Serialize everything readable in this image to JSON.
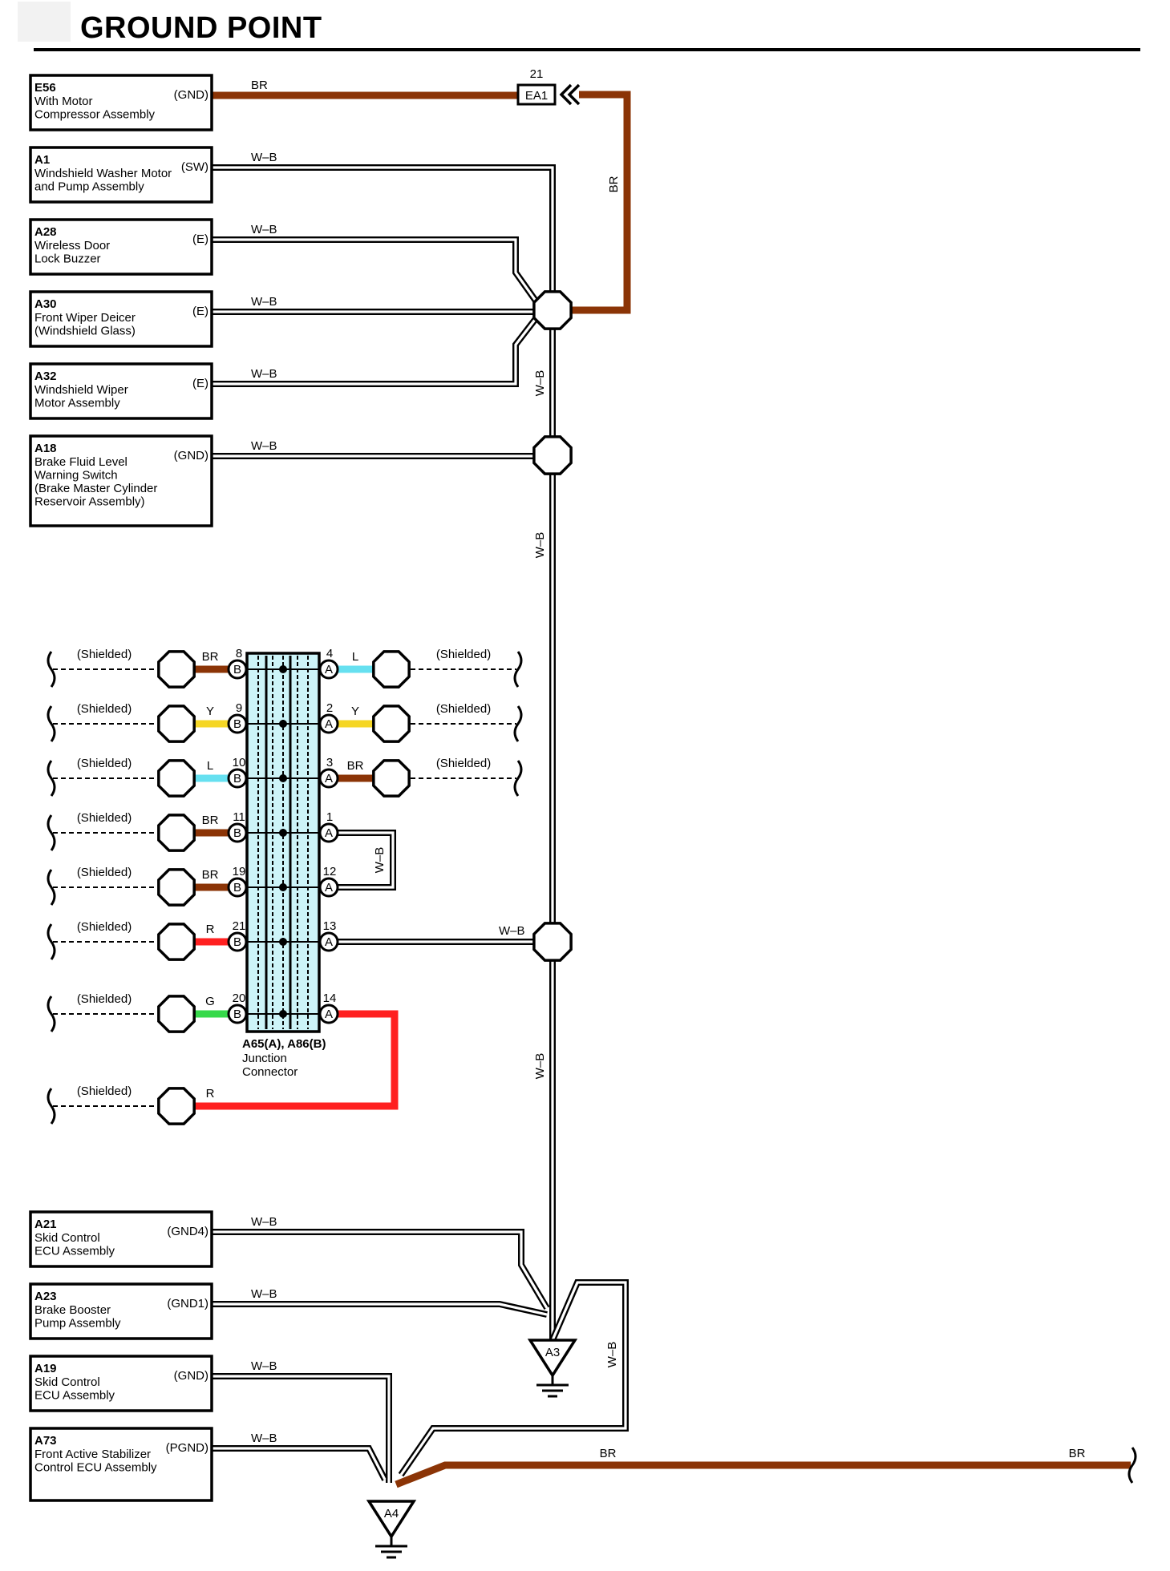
{
  "title": "GROUND POINT",
  "colors": {
    "BR": "#8b3406",
    "L": "#66e0f0",
    "Y": "#f5d625",
    "R": "#ff2020",
    "G": "#36d94a",
    "junction_fill": "#cdf4f8",
    "wire_wb": "#000000"
  },
  "components": [
    {
      "code": "E56",
      "lines": [
        "With Motor",
        "Compressor Assembly"
      ],
      "pin": "(GND)",
      "wire": "BR"
    },
    {
      "code": "A1",
      "lines": [
        "Windshield Washer Motor",
        "and Pump Assembly"
      ],
      "pin": "(SW)",
      "wire": "W–B"
    },
    {
      "code": "A28",
      "lines": [
        "Wireless Door",
        "Lock Buzzer"
      ],
      "pin": "(E)",
      "wire": "W–B"
    },
    {
      "code": "A30",
      "lines": [
        "Front Wiper Deicer",
        "(Windshield Glass)"
      ],
      "pin": "(E)",
      "wire": "W–B"
    },
    {
      "code": "A32",
      "lines": [
        "Windshield Wiper",
        "Motor Assembly"
      ],
      "pin": "(E)",
      "wire": "W–B"
    },
    {
      "code": "A18",
      "lines": [
        "Brake Fluid Level",
        "Warning Switch",
        "(Brake Master Cylinder",
        " Reservoir Assembly)"
      ],
      "pin": "(GND)",
      "wire": "W–B"
    },
    {
      "code": "A21",
      "lines": [
        "Skid Control",
        "ECU Assembly"
      ],
      "pin": "(GND4)",
      "wire": "W–B"
    },
    {
      "code": "A23",
      "lines": [
        "Brake Booster",
        "Pump Assembly"
      ],
      "pin": "(GND1)",
      "wire": "W–B"
    },
    {
      "code": "A19",
      "lines": [
        "Skid Control",
        "ECU Assembly"
      ],
      "pin": "(GND)",
      "wire": "W–B"
    },
    {
      "code": "A73",
      "lines": [
        "Front Active Stabilizer",
        "Control ECU Assembly"
      ],
      "pin": "(PGND)",
      "wire": "W–B"
    }
  ],
  "connector_ea1": {
    "label": "EA1",
    "pin": "21"
  },
  "vertical_labels": {
    "br_riser": "BR",
    "wb_trunk_1": "W–B",
    "wb_trunk_2": "W–B",
    "wb_trunk_3": "W–B",
    "wb_loop": "W–B",
    "wb_right": "W–B"
  },
  "junction": {
    "title": "A65(A), A86(B)",
    "subtitle_lines": [
      "Junction",
      "Connector"
    ],
    "shield_label": "(Shielded)",
    "rows": [
      {
        "b_pin": "8",
        "b_wire": "BR",
        "a_pin": "4",
        "a_wire": "L",
        "a_shield": true
      },
      {
        "b_pin": "9",
        "b_wire": "Y",
        "a_pin": "2",
        "a_wire": "Y",
        "a_shield": true
      },
      {
        "b_pin": "10",
        "b_wire": "L",
        "a_pin": "3",
        "a_wire": "BR",
        "a_shield": true
      },
      {
        "b_pin": "11",
        "b_wire": "BR",
        "a_pin": "1",
        "a_wire": "",
        "a_shield": false
      },
      {
        "b_pin": "19",
        "b_wire": "BR",
        "a_pin": "12",
        "a_wire": "",
        "a_shield": false
      },
      {
        "b_pin": "21",
        "b_wire": "R",
        "a_pin": "13",
        "a_wire": "W–B",
        "a_shield": false
      },
      {
        "b_pin": "20",
        "b_wire": "G",
        "a_pin": "14",
        "a_wire": "",
        "a_shield": false
      }
    ],
    "pin_letter_b": "B",
    "pin_letter_a": "A",
    "extra_row_wire": "R"
  },
  "grounds": [
    {
      "label": "A3"
    },
    {
      "label": "A4"
    }
  ],
  "bottom_wire": {
    "left_label": "BR",
    "right_label": "BR"
  }
}
